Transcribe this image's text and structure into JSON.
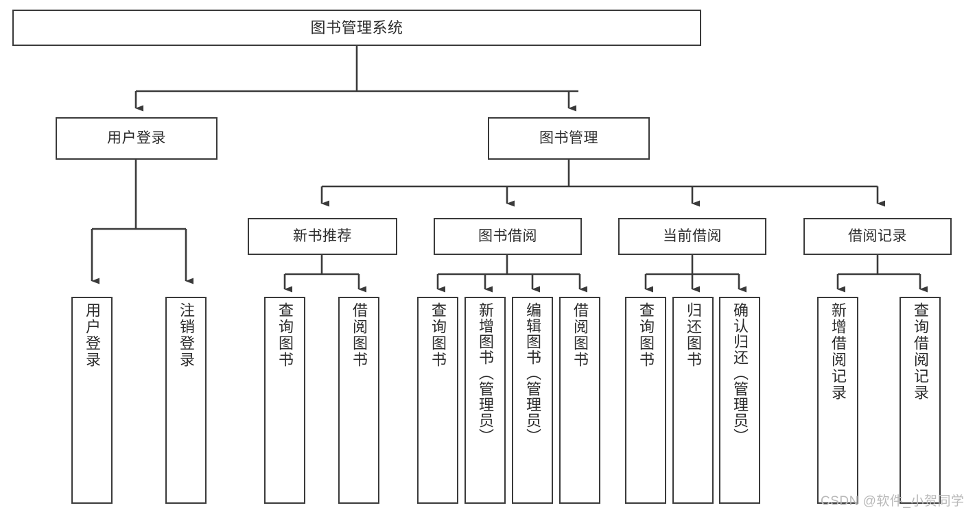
{
  "diagram": {
    "title": "图书管理系统",
    "type": "tree-hierarchy",
    "colors": {
      "stroke": "#3a3a3a",
      "fill": "#ffffff",
      "text": "#2b2b2b",
      "watermark": "#b9b9b9"
    },
    "nodes": {
      "root": {
        "label": "图书管理系统"
      },
      "level2": [
        {
          "label": "用户登录"
        },
        {
          "label": "图书管理"
        }
      ],
      "level3": [
        {
          "label": "新书推荐"
        },
        {
          "label": "图书借阅"
        },
        {
          "label": "当前借阅"
        },
        {
          "label": "借阅记录"
        }
      ],
      "leaves_user_login": [
        {
          "label": "用户登录"
        },
        {
          "label": "注销登录"
        }
      ],
      "leaves_new_books": [
        {
          "label": "查询图书"
        },
        {
          "label": "借阅图书"
        }
      ],
      "leaves_borrow": [
        {
          "label": "查询图书"
        },
        {
          "label": "新增图书（管理员）"
        },
        {
          "label": "编辑图书（管理员）"
        },
        {
          "label": "借阅图书"
        }
      ],
      "leaves_current": [
        {
          "label": "查询图书"
        },
        {
          "label": "归还图书"
        },
        {
          "label": "确认归还（管理员）"
        }
      ],
      "leaves_records": [
        {
          "label": "新增借阅记录"
        },
        {
          "label": "查询借阅记录"
        }
      ]
    },
    "watermark": "CSDN @软件_小贺同学"
  }
}
